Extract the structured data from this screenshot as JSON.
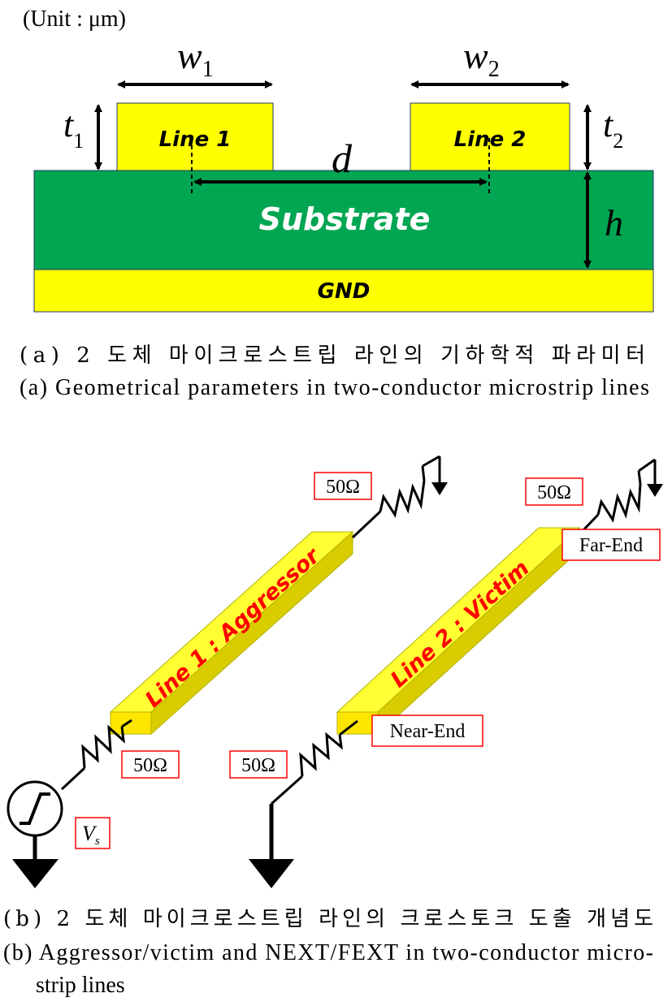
{
  "figure_a": {
    "unit_label": "(Unit : μm)",
    "w1": "w",
    "w1_sub": "1",
    "w2": "w",
    "w2_sub": "2",
    "t1": "t",
    "t1_sub": "1",
    "t2": "t",
    "t2_sub": "2",
    "d": "d",
    "h": "h",
    "line1": "Line 1",
    "line2": "Line 2",
    "substrate": "Substrate",
    "gnd": "GND",
    "caption_ko": "(a) 2 도체 마이크로스트립 라인의 기하학적 파라미터",
    "caption_en": "(a) Geometrical parameters in two-conductor microstrip lines"
  },
  "figure_b": {
    "aggressor": "Line 1 : Aggressor",
    "victim": "Line 2 : Victim",
    "r_aggr_far": "50Ω",
    "r_victim_far": "50Ω",
    "r_aggr_near": "50Ω",
    "r_victim_near": "50Ω",
    "far_end": "Far-End",
    "near_end": "Near-End",
    "vs": "V",
    "vs_sub": "s",
    "caption_ko": "(b) 2 도체 마이크로스트립 라인의 크로스토크 도출 개념도",
    "caption_en_1": "(b) Aggressor/victim and NEXT/FEXT in two-conductor micro-",
    "caption_en_2": "strip lines"
  },
  "colors": {
    "yellow": "#ffff00",
    "green": "#00a651",
    "red": "#ff0000",
    "black": "#000000"
  }
}
